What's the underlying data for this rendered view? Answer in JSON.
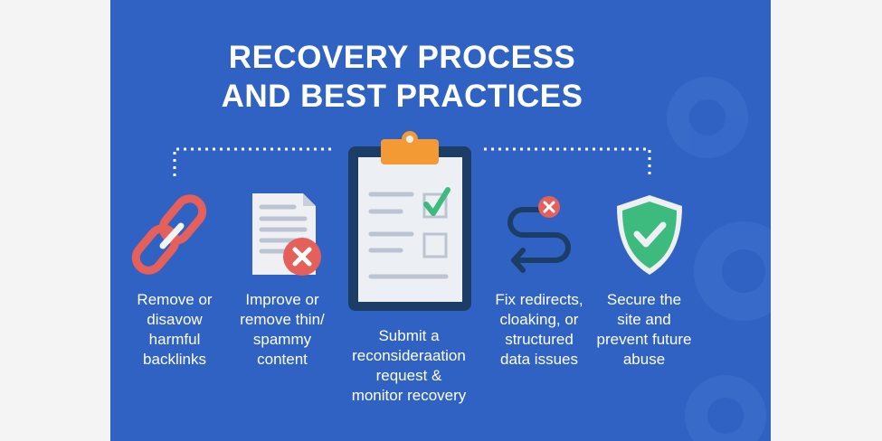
{
  "title": {
    "line1": "RECOVERY PROCESS",
    "line2": "AND BEST PRACTICES"
  },
  "steps": [
    {
      "icon": "broken-link-icon",
      "lines": [
        "Remove or",
        "disavow",
        "harmful",
        "backlinks"
      ]
    },
    {
      "icon": "document-x-icon",
      "lines": [
        "Improve or",
        "remove thin/",
        "spammy",
        "content"
      ]
    },
    {
      "icon": "clipboard-checklist-icon",
      "lines": [
        "Submit a",
        "reconsideraation",
        "request &",
        "monitor recovery"
      ]
    },
    {
      "icon": "redirect-path-icon",
      "lines": [
        "Fix redirects,",
        "cloaking, or",
        "structured",
        "data issues"
      ]
    },
    {
      "icon": "shield-check-icon",
      "lines": [
        "Secure the",
        "site and",
        "prevent future",
        "abuse"
      ]
    }
  ],
  "colors": {
    "background": "#2f62c3",
    "red": "#e5605a",
    "green": "#3dbb7f",
    "orange": "#f39a34",
    "navy": "#1c3d66"
  }
}
